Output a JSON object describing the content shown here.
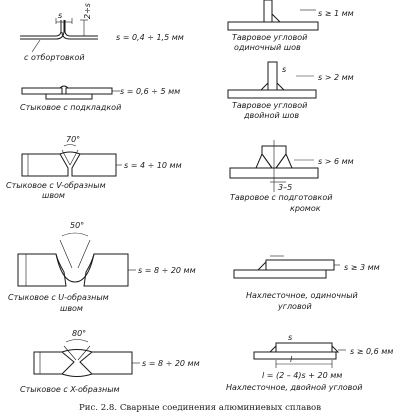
{
  "joints": [
    {
      "id": "flanged",
      "caption": "с отбортовкой",
      "spec": "s = 0,4 ÷ 1,5 мм",
      "dims": [
        "s",
        "2÷s"
      ]
    },
    {
      "id": "butt-backing",
      "caption": "Стыковое с подкладкой",
      "spec": "s = 0,6 ÷ 5 мм"
    },
    {
      "id": "butt-v",
      "caption_lines": [
        "Стыковое с V-образным",
        "швом"
      ],
      "spec": "s = 4 ÷ 10 мм",
      "angle": "70°"
    },
    {
      "id": "butt-u",
      "caption_lines": [
        "Стыковое с U-образным",
        "швом"
      ],
      "spec": "s = 8 ÷ 20 мм",
      "angle": "50°"
    },
    {
      "id": "butt-x",
      "caption": "Стыковое с X-образным",
      "spec": "s = 8 ÷ 20 мм",
      "angle": "80°"
    },
    {
      "id": "tee-single",
      "caption_lines": [
        "Тавровое угловой",
        "одиночный шов"
      ],
      "spec": "s ≥ 1 мм"
    },
    {
      "id": "tee-double",
      "caption_lines": [
        "Тавровое угловой",
        "двойной шов"
      ],
      "spec": "s > 2 мм"
    },
    {
      "id": "tee-bevel",
      "caption_lines": [
        "Тавровое с подготовкой",
        "кромок"
      ],
      "spec": "s > 6 мм",
      "dim": "3–5"
    },
    {
      "id": "lap-single",
      "caption_lines": [
        "Нахлесточное, одиночный",
        "угловой"
      ],
      "spec": "s ≥ 3 мм"
    },
    {
      "id": "lap-double",
      "caption": "Нахлесточное, двойной угловой",
      "spec": "s ≥ 0,6 мм",
      "formula": "l = (2 – 4)s + 20 мм",
      "dims": [
        "s",
        "l"
      ]
    }
  ],
  "figure_caption": "Рис. 2.8. Сварные соединения алюминиевых сплавов",
  "colors": {
    "ink": "#1a1a1a",
    "paper": "#ffffff"
  }
}
